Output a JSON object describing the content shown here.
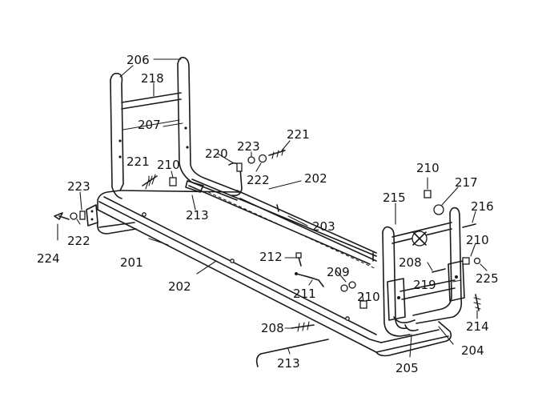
{
  "diagram": {
    "callouts": {
      "c201": "201",
      "c202a": "202",
      "c202b": "202",
      "c203": "203",
      "c204": "204",
      "c205": "205",
      "c206": "206",
      "c207": "207",
      "c208a": "208",
      "c208b": "208",
      "c209": "209",
      "c210a": "210",
      "c210b": "210",
      "c210c": "210",
      "c210d": "210",
      "c211": "211",
      "c212": "212",
      "c213a": "213",
      "c213b": "213",
      "c214": "214",
      "c215": "215",
      "c216": "216",
      "c217": "217",
      "c218": "218",
      "c219": "219",
      "c220": "220",
      "c221a": "221",
      "c221b": "221",
      "c222a": "222",
      "c222b": "222",
      "c223a": "223",
      "c223b": "223",
      "c224": "224",
      "c225": "225"
    }
  }
}
